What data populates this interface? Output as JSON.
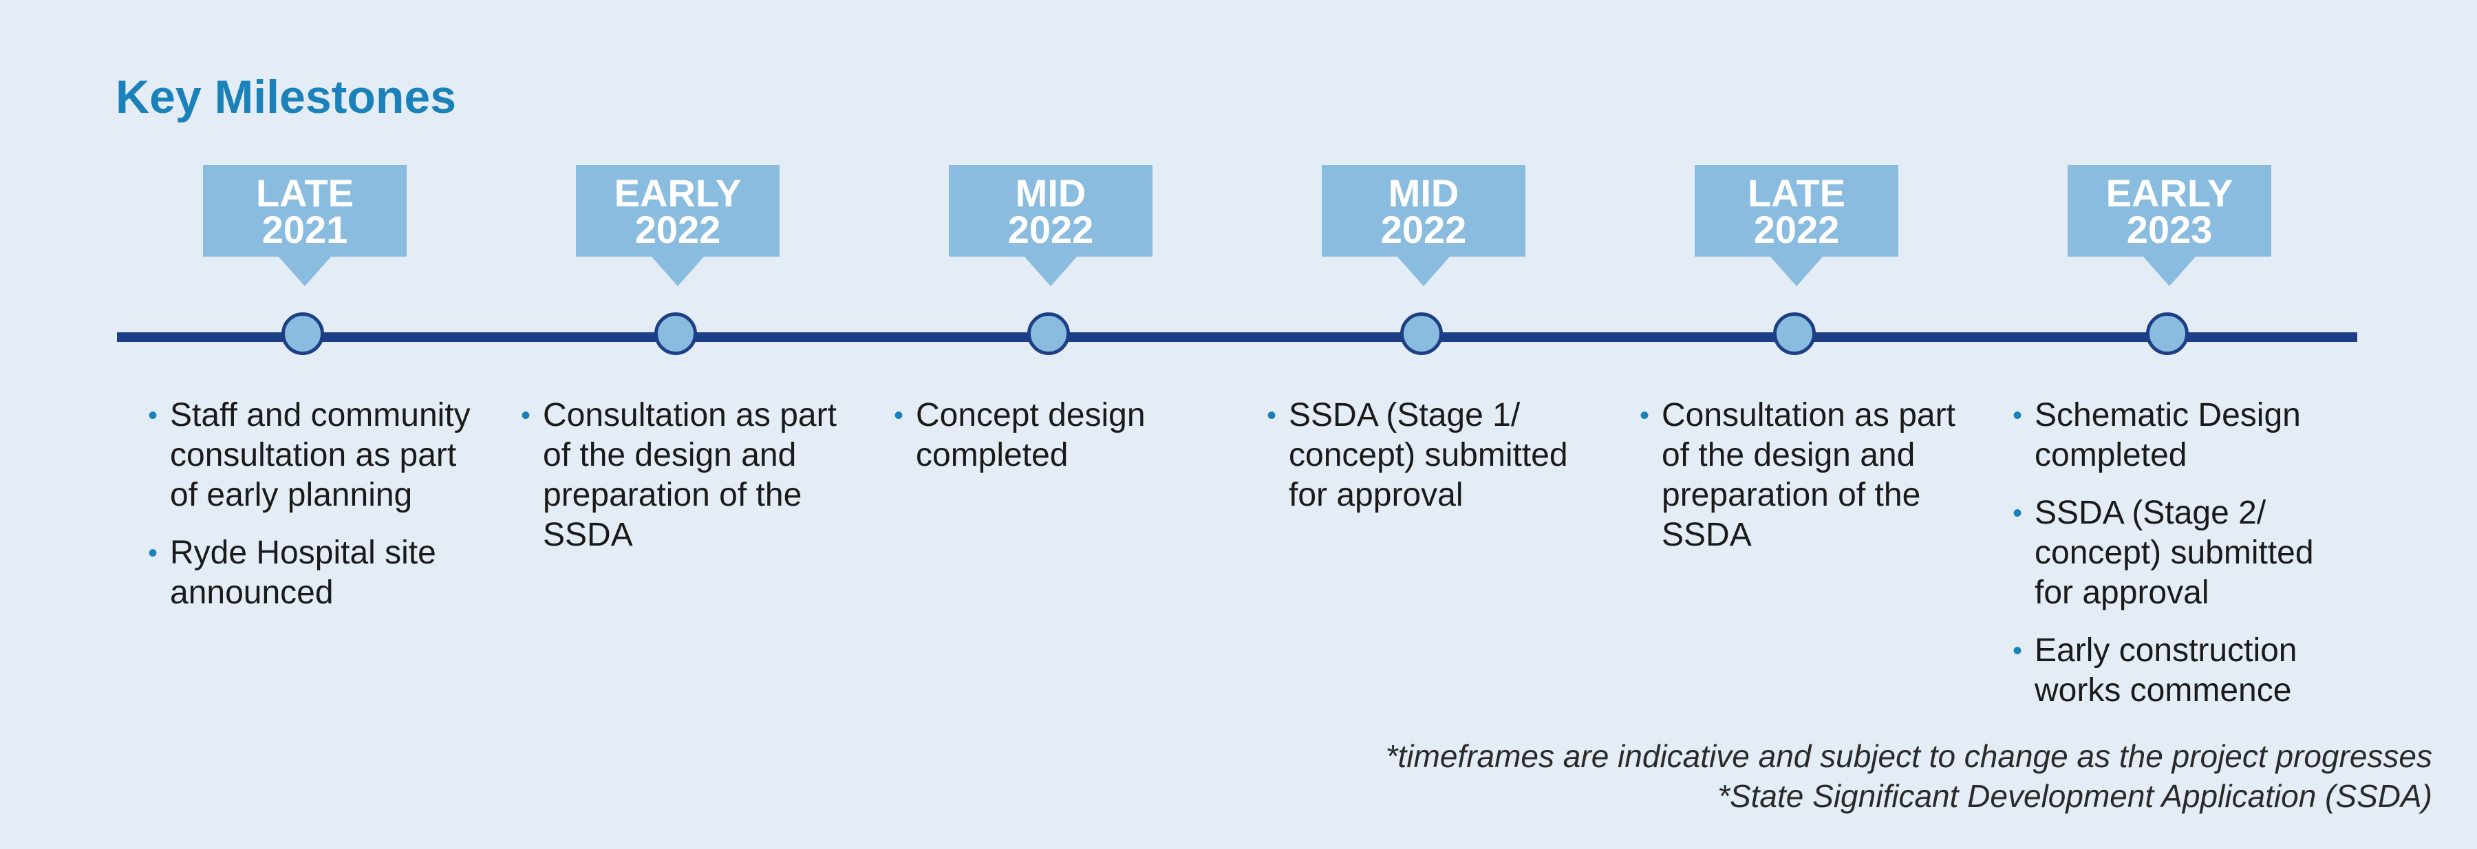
{
  "title": "Key Milestones",
  "colors": {
    "background": "#e4ecf6",
    "title": "#1b82b9",
    "timeline": "#1c3f86",
    "tag": "#89bcdf",
    "bullet": "#1b82b9"
  },
  "milestones": [
    {
      "date_line1": "LATE",
      "date_line2": "2021",
      "items": [
        "Staff and community consultation as part of early planning",
        "Ryde Hospital site announced"
      ]
    },
    {
      "date_line1": "EARLY",
      "date_line2": "2022",
      "items": [
        "Consultation as part of the design and preparation of the SSDA"
      ]
    },
    {
      "date_line1": "MID",
      "date_line2": "2022",
      "items": [
        "Concept design completed"
      ]
    },
    {
      "date_line1": "MID",
      "date_line2": "2022",
      "items": [
        "SSDA (Stage 1/ concept) submitted for approval"
      ]
    },
    {
      "date_line1": "LATE",
      "date_line2": "2022",
      "items": [
        "Consultation as part of the design and preparation of the SSDA"
      ]
    },
    {
      "date_line1": "EARLY",
      "date_line2": "2023",
      "items": [
        "Schematic Design completed",
        "SSDA (Stage 2/ concept) submitted for approval",
        "Early construction works commence"
      ]
    }
  ],
  "footnotes": [
    "*timeframes are indicative and subject to change as the project progresses",
    "*State Significant Development Application (SSDA)"
  ]
}
